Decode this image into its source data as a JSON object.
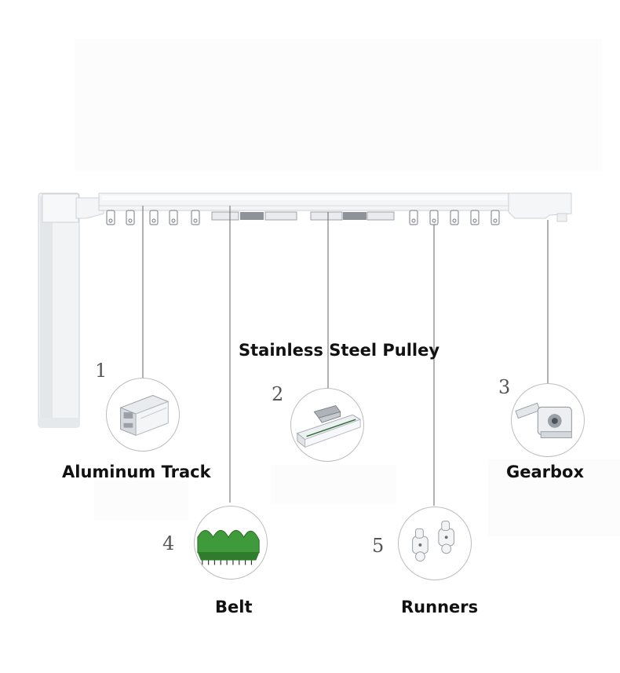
{
  "title": "Stainless Steel Pulley",
  "components": [
    {
      "number": "1",
      "label": "Aluminum Track",
      "icon": "aluminum-track-icon"
    },
    {
      "number": "2",
      "label": "",
      "icon": "pulley-icon"
    },
    {
      "number": "3",
      "label": "Gearbox",
      "icon": "gearbox-icon"
    },
    {
      "number": "4",
      "label": "Belt",
      "icon": "belt-icon"
    },
    {
      "number": "5",
      "label": "Runners",
      "icon": "runners-icon"
    }
  ],
  "colors": {
    "rail": "#f2f4f6",
    "belt": "#3f9a3b",
    "leader": "#555555",
    "metal": "#b8bcc2"
  }
}
